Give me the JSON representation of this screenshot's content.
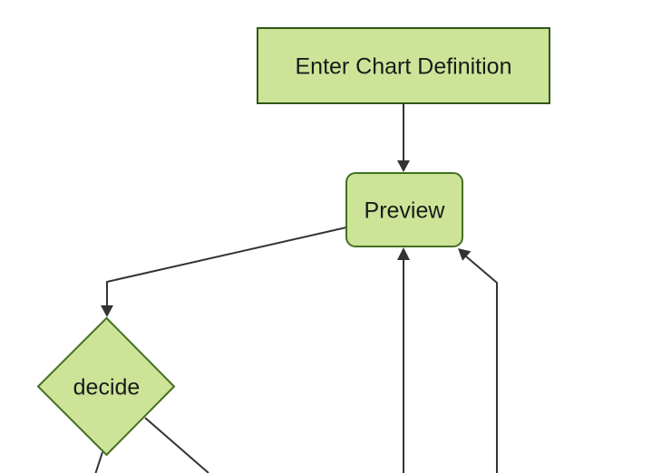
{
  "diagram": {
    "type": "flowchart",
    "orientation": "top-down",
    "background_color": "#ffffff",
    "node_fill_color": "#cde498",
    "node_border_color": "#446f20",
    "edge_color": "#333333",
    "label_color": "#1a1a1a",
    "nodes": [
      {
        "id": "enter-chart-definition",
        "label": "Enter Chart Definition",
        "shape": "rectangle"
      },
      {
        "id": "preview",
        "label": "Preview",
        "shape": "rounded-rectangle"
      },
      {
        "id": "decide",
        "label": "decide",
        "shape": "diamond"
      }
    ],
    "edges": [
      {
        "from": "enter-chart-definition",
        "to": "preview",
        "arrowhead_visible": true
      },
      {
        "from": "preview",
        "to": "decide",
        "arrowhead_visible": true
      },
      {
        "from": "offscreen-bottom",
        "to": "preview",
        "arrowhead_visible": true
      },
      {
        "from": "offscreen-bottom-right",
        "to": "preview",
        "arrowhead_visible": true
      },
      {
        "from": "decide",
        "to": "offscreen-bottom-left",
        "arrowhead_visible": false
      },
      {
        "from": "decide",
        "to": "offscreen-bottom-right",
        "arrowhead_visible": false
      }
    ]
  }
}
